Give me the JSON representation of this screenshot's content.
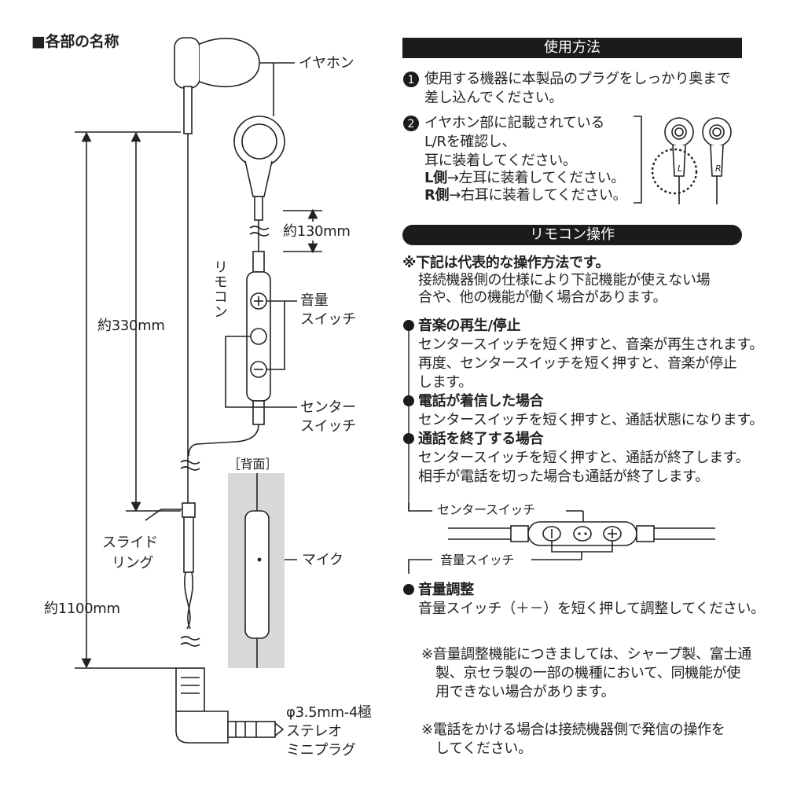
{
  "left": {
    "section_title": "■各部の名称",
    "labels": {
      "earphone": "イヤホン",
      "len130": "約130mm",
      "remote": "リモコン",
      "volume_line1": "音量",
      "volume_line2": "スイッチ",
      "len330": "約330mm",
      "center_line1": "センター",
      "center_line2": "スイッチ",
      "back": "［背面］",
      "mic": "マイク",
      "slide_line1": "スライド",
      "slide_line2": "リング",
      "len1100": "約1100mm",
      "plug_line1": "φ3.5mm-4極",
      "plug_line2": "ステレオ",
      "plug_line3": "ミニプラグ"
    }
  },
  "usage": {
    "title": "使用方法",
    "step1_num": "1",
    "step1_line1": "使用する機器に本製品のプラグをしっかり奥まで",
    "step1_line2": "差し込んでください。",
    "step2_num": "2",
    "step2_line1": "イヤホン部に記載されている",
    "step2_line2": "L/Rを確認し、",
    "step2_line3": "耳に装着してください。",
    "step2_l_bold": "L側",
    "step2_l_rest": "→左耳に装着してください。",
    "step2_r_bold": "R側",
    "step2_r_rest": "→右耳に装着してください。",
    "ear_l": "L",
    "ear_r": "R"
  },
  "remote_op": {
    "title": "リモコン操作",
    "note_bold": "※下記は代表的な操作方法です。",
    "note_line1": "接続機器側の仕様により下記機能が使えない場",
    "note_line2": "合や、他の機能が働く場合があります。",
    "music_head": "音楽の再生/停止",
    "music_line1": "センタースイッチを短く押すと、音楽が再生されます。",
    "music_line2": "再度、センタースイッチを短く押すと、音楽が停止",
    "music_line3": "します。",
    "call_head": "電話が着信した場合",
    "call_line1": "センタースイッチを短く押すと、通話状態になります。",
    "end_head": "通話を終了する場合",
    "end_line1": "センタースイッチを短く押すと、通話が終了します。",
    "end_line2": "相手が電話を切った場合も通話が終了します。",
    "diag_center": "センタースイッチ",
    "diag_volume": "音量スイッチ",
    "vol_head": "音量調整",
    "vol_line1": "音量スイッチ（＋－）を短く押して調整してください。",
    "note2_line1": "※音量調整機能につきましては、シャープ製、富士通",
    "note2_line2": "製、京セラ製の一部の機種において、同機能が使",
    "note2_line3": "用できない場合があります。",
    "note3_line1": "※電話をかける場合は接続機器側で発信の操作を",
    "note3_line2": "してください。"
  }
}
